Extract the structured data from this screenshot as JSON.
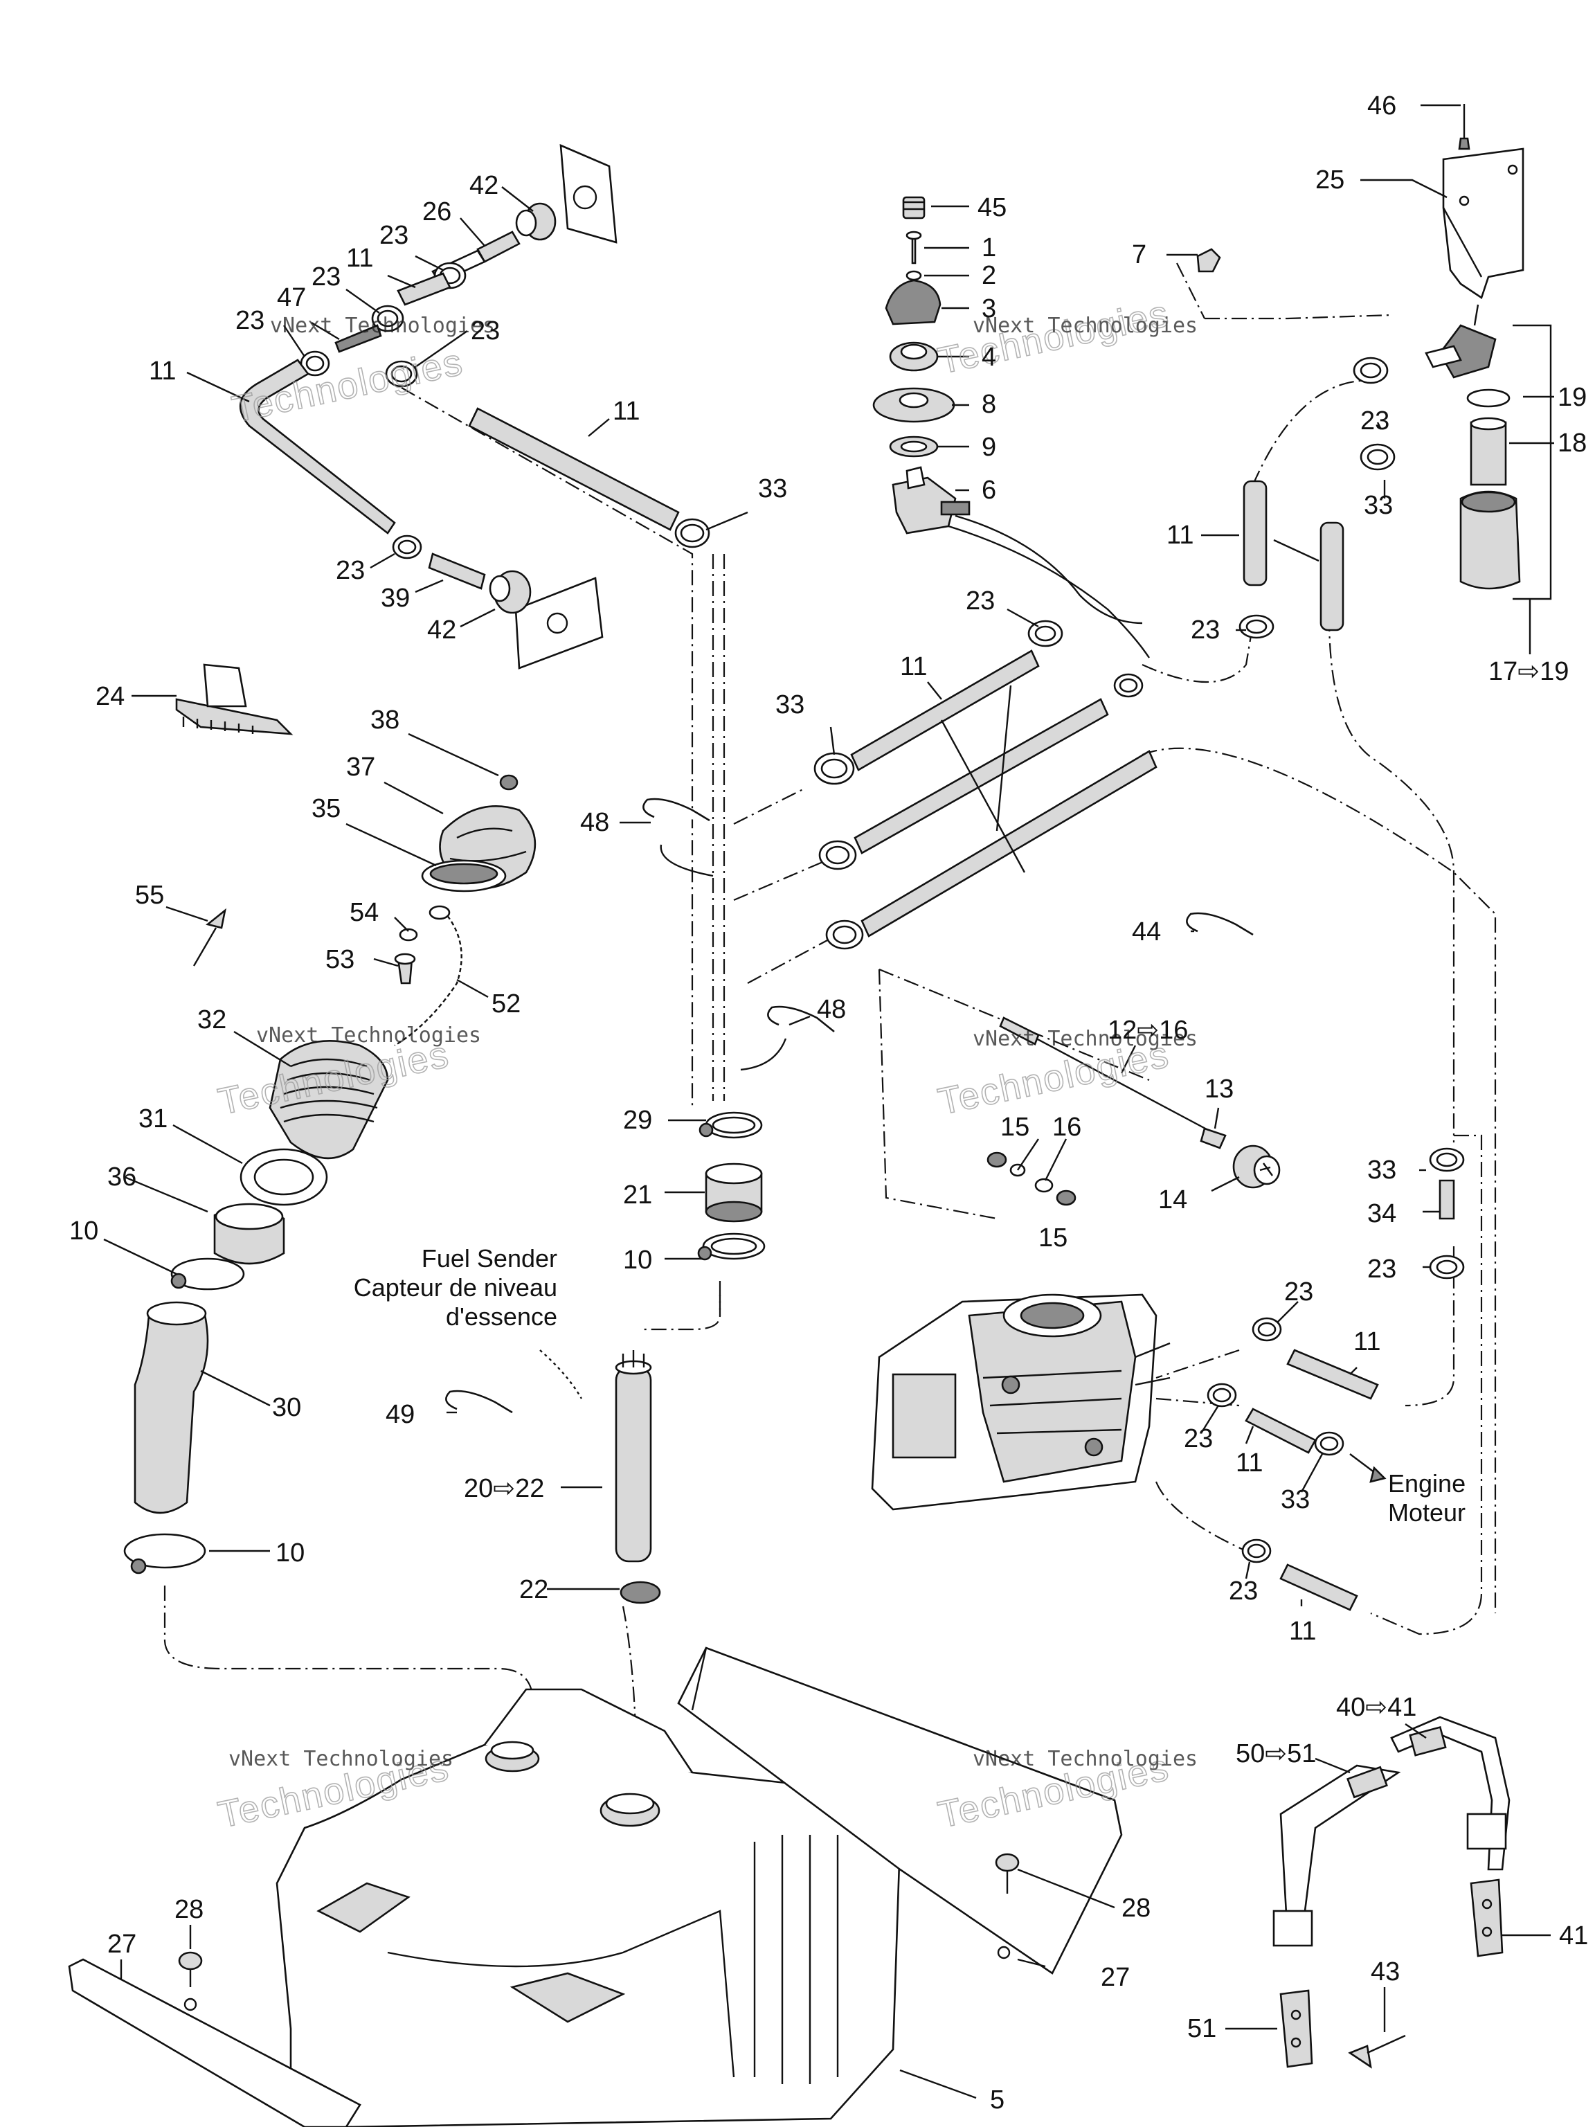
{
  "callouts": [
    {
      "id": "c46",
      "text": "46"
    },
    {
      "id": "c25",
      "text": "25"
    },
    {
      "id": "c45",
      "text": "45"
    },
    {
      "id": "c1",
      "text": "1"
    },
    {
      "id": "c2",
      "text": "2"
    },
    {
      "id": "c3",
      "text": "3"
    },
    {
      "id": "c4",
      "text": "4"
    },
    {
      "id": "c8",
      "text": "8"
    },
    {
      "id": "c9",
      "text": "9"
    },
    {
      "id": "c6",
      "text": "6"
    },
    {
      "id": "c7",
      "text": "7"
    },
    {
      "id": "c42a",
      "text": "42"
    },
    {
      "id": "c26",
      "text": "26"
    },
    {
      "id": "c23a",
      "text": "23"
    },
    {
      "id": "c11a",
      "text": "11"
    },
    {
      "id": "c23b",
      "text": "23"
    },
    {
      "id": "c47",
      "text": "47"
    },
    {
      "id": "c23c",
      "text": "23"
    },
    {
      "id": "c23d",
      "text": "23"
    },
    {
      "id": "c11b",
      "text": "11"
    },
    {
      "id": "c11c",
      "text": "11"
    },
    {
      "id": "c33a",
      "text": "33"
    },
    {
      "id": "c23e",
      "text": "23"
    },
    {
      "id": "c39",
      "text": "39"
    },
    {
      "id": "c42b",
      "text": "42"
    },
    {
      "id": "c19",
      "text": "19"
    },
    {
      "id": "c18",
      "text": "18"
    },
    {
      "id": "c23f",
      "text": "23"
    },
    {
      "id": "c33b",
      "text": "33"
    },
    {
      "id": "c11d",
      "text": "11"
    },
    {
      "id": "c23g",
      "text": "23"
    },
    {
      "id": "c1719",
      "text": "17⇨19"
    },
    {
      "id": "c23h",
      "text": "23"
    },
    {
      "id": "c11e",
      "text": "11"
    },
    {
      "id": "c33c",
      "text": "33"
    },
    {
      "id": "c24",
      "text": "24"
    },
    {
      "id": "c38",
      "text": "38"
    },
    {
      "id": "c37",
      "text": "37"
    },
    {
      "id": "c35",
      "text": "35"
    },
    {
      "id": "c48a",
      "text": "48"
    },
    {
      "id": "c44",
      "text": "44"
    },
    {
      "id": "c55",
      "text": "55"
    },
    {
      "id": "c54",
      "text": "54"
    },
    {
      "id": "c53",
      "text": "53"
    },
    {
      "id": "c52",
      "text": "52"
    },
    {
      "id": "c48b",
      "text": "48"
    },
    {
      "id": "c1216",
      "text": "12⇨16"
    },
    {
      "id": "c32",
      "text": "32"
    },
    {
      "id": "c13",
      "text": "13"
    },
    {
      "id": "c31",
      "text": "31"
    },
    {
      "id": "c29",
      "text": "29"
    },
    {
      "id": "c15a",
      "text": "15"
    },
    {
      "id": "c16",
      "text": "16"
    },
    {
      "id": "c33d",
      "text": "33"
    },
    {
      "id": "c36",
      "text": "36"
    },
    {
      "id": "c14",
      "text": "14"
    },
    {
      "id": "c34",
      "text": "34"
    },
    {
      "id": "c21",
      "text": "21"
    },
    {
      "id": "c15b",
      "text": "15"
    },
    {
      "id": "c10a",
      "text": "10"
    },
    {
      "id": "c10b",
      "text": "10"
    },
    {
      "id": "c23i",
      "text": "23"
    },
    {
      "id": "c23j",
      "text": "23"
    },
    {
      "id": "c11f",
      "text": "11"
    },
    {
      "id": "c30",
      "text": "30"
    },
    {
      "id": "c49",
      "text": "49"
    },
    {
      "id": "c23k",
      "text": "23"
    },
    {
      "id": "c11g",
      "text": "11"
    },
    {
      "id": "c33e",
      "text": "33"
    },
    {
      "id": "c2022",
      "text": "20⇨22"
    },
    {
      "id": "c10c",
      "text": "10"
    },
    {
      "id": "c22",
      "text": "22"
    },
    {
      "id": "c23l",
      "text": "23"
    },
    {
      "id": "c11h",
      "text": "11"
    },
    {
      "id": "c4041",
      "text": "40⇨41"
    },
    {
      "id": "c5051",
      "text": "50⇨51"
    },
    {
      "id": "c28a",
      "text": "28"
    },
    {
      "id": "c27a",
      "text": "27"
    },
    {
      "id": "c28b",
      "text": "28"
    },
    {
      "id": "c41",
      "text": "41"
    },
    {
      "id": "c27b",
      "text": "27"
    },
    {
      "id": "c43",
      "text": "43"
    },
    {
      "id": "c51",
      "text": "51"
    },
    {
      "id": "c5",
      "text": "5"
    }
  ],
  "notes": {
    "fuel_sender_line1": "Fuel Sender",
    "fuel_sender_line2": "Capteur de niveau",
    "fuel_sender_line3": "d'essence",
    "engine_line1": "Engine",
    "engine_line2": "Moteur"
  },
  "watermark": {
    "line1": "vNext Technologies",
    "big": "Technologies",
    "small": "vNext"
  }
}
